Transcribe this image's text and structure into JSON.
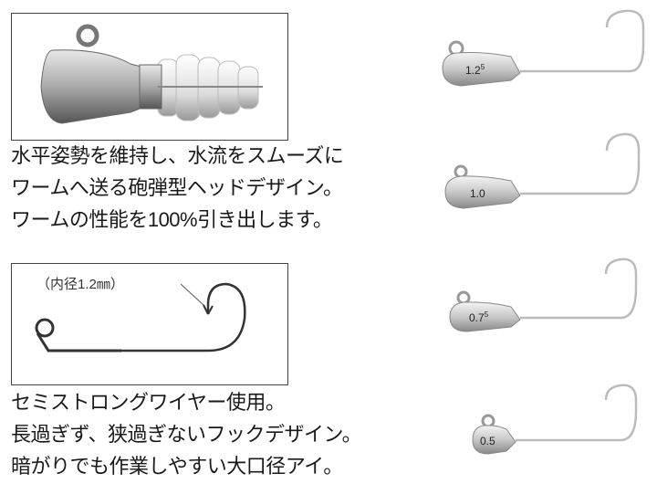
{
  "feature1": {
    "lines": [
      "水平姿勢を維持し、水流をスムーズに",
      "ワームへ送る砲弾型ヘッドデザイン。",
      "ワームの性能を100%引き出します。"
    ]
  },
  "feature2": {
    "callout": "（内径1.2㎜）",
    "lines": [
      "セミストロングワイヤー使用。",
      "長過ぎず、狭過ぎないフックデザイン。",
      "暗がりでも作業しやすい大口径アイ。"
    ]
  },
  "jigs": [
    {
      "weight": "1.2",
      "sup": "5"
    },
    {
      "weight": "1.0",
      "sup": ""
    },
    {
      "weight": "0.7",
      "sup": "5"
    },
    {
      "weight": "0.5",
      "sup": ""
    }
  ]
}
